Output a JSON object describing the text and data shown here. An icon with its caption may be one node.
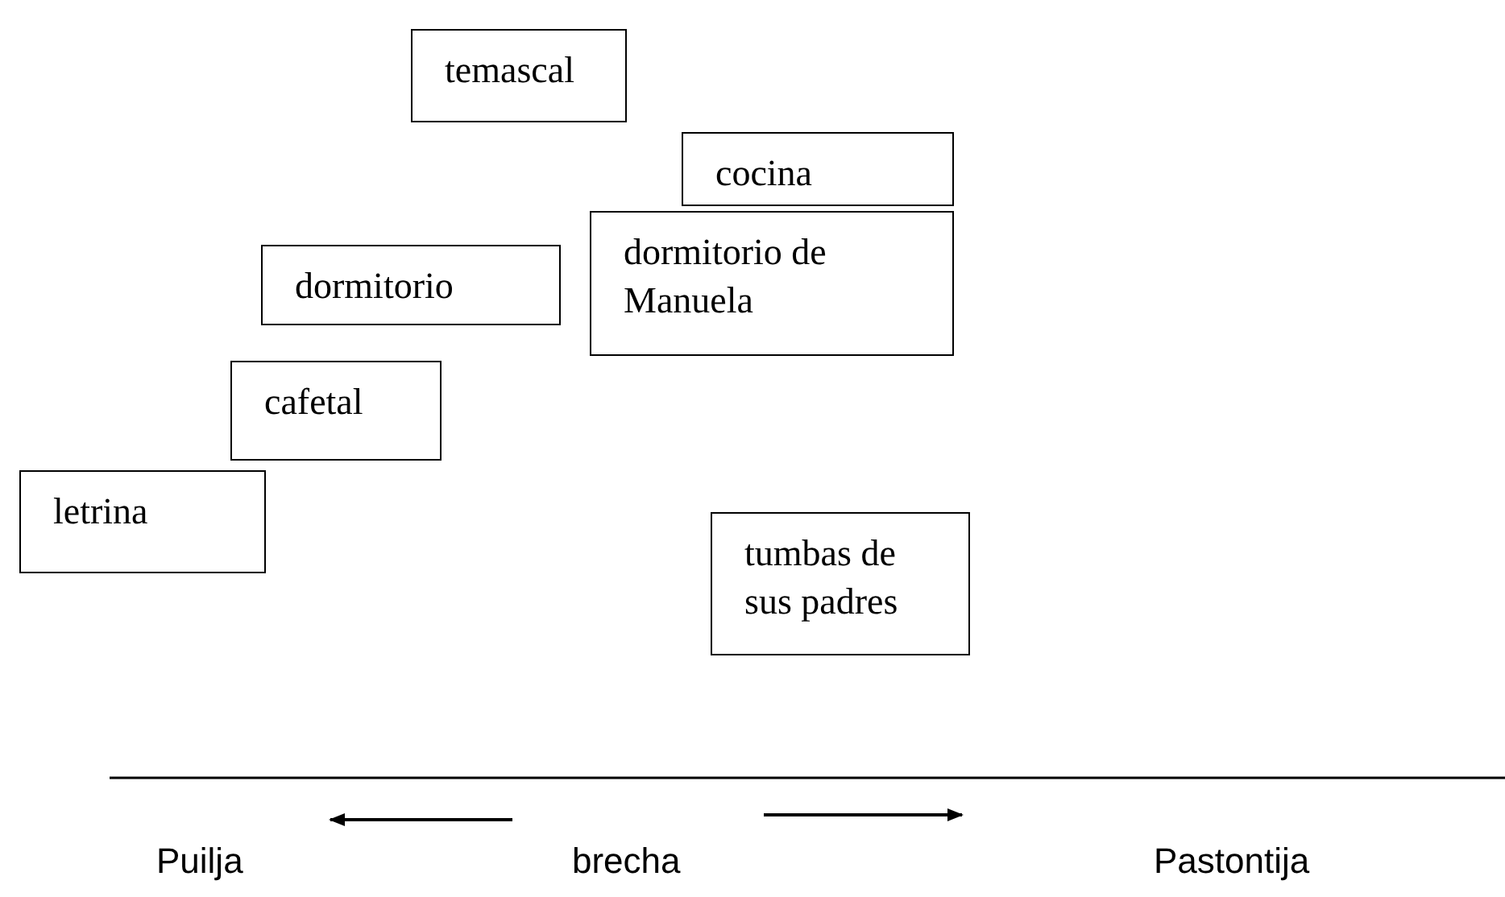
{
  "diagram": {
    "nodes": [
      {
        "text": [
          "temascal"
        ]
      },
      {
        "text": [
          "cocina"
        ]
      },
      {
        "text": [
          "dormitorio"
        ]
      },
      {
        "text": [
          "dormitorio de Manuela"
        ]
      },
      {
        "text": [
          "cafetal"
        ]
      },
      {
        "text": [
          "letrina"
        ]
      },
      {
        "text": [
          "tumbas de sus padres"
        ]
      }
    ],
    "edges": [],
    "labels": [
      "Puilja",
      "brecha",
      "Pastontija"
    ]
  }
}
